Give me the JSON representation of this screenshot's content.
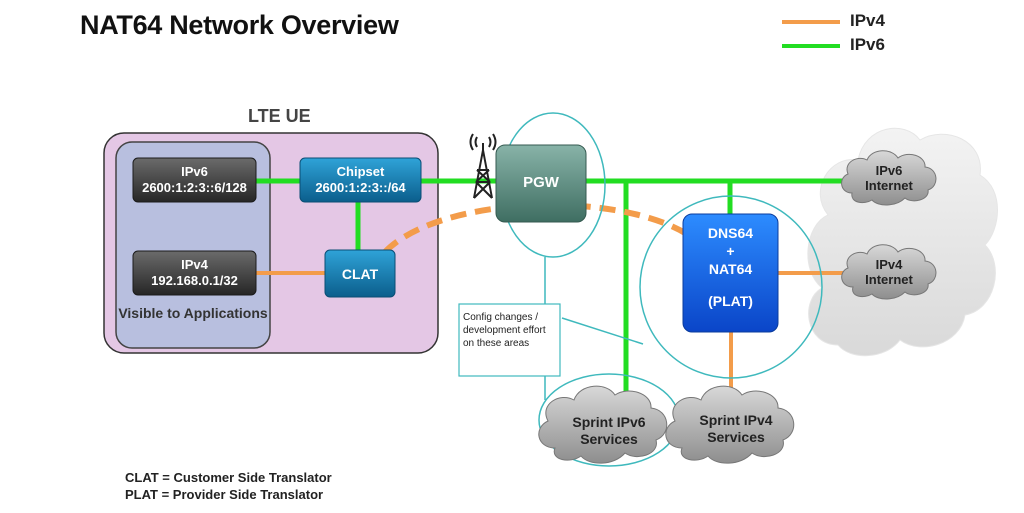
{
  "title": "NAT64 Network Overview",
  "legend": [
    {
      "label": "IPv4",
      "color": "#f39c4a"
    },
    {
      "label": "IPv6",
      "color": "#22dd22"
    }
  ],
  "ue": {
    "title": "LTE UE",
    "visible_label": "Visible to Applications"
  },
  "nodes": {
    "ipv6_app": {
      "line1": "IPv6",
      "line2": "2600:1:2:3::6/128"
    },
    "ipv4_app": {
      "line1": "IPv4",
      "line2": "192.168.0.1/32"
    },
    "chipset": {
      "line1": "Chipset",
      "line2": "2600:1:2:3::/64"
    },
    "clat": {
      "label": "CLAT"
    },
    "pgw": {
      "label": "PGW"
    },
    "plat": {
      "line1": "DNS64",
      "line2": "+",
      "line3": "NAT64",
      "line4": "(PLAT)"
    },
    "ipv6_internet": {
      "line1": "IPv6",
      "line2": "Internet"
    },
    "ipv4_internet": {
      "line1": "IPv4",
      "line2": "Internet"
    },
    "sprint_ipv6": {
      "line1": "Sprint IPv6",
      "line2": "Services"
    },
    "sprint_ipv4": {
      "line1": "Sprint IPv4",
      "line2": "Services"
    }
  },
  "note": "Config changes / development effort on these areas",
  "footer": [
    "CLAT = Customer Side Translator",
    "PLAT = Provider Side Translator"
  ],
  "colors": {
    "ipv4": "#f39c4a",
    "ipv6": "#22dd22",
    "callout": "#3fb9bd"
  }
}
